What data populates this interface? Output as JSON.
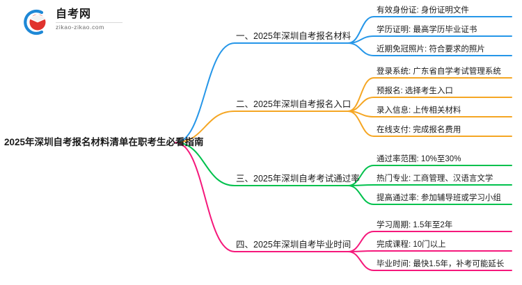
{
  "logo": {
    "name": "zikao-logo",
    "title": "自考网",
    "subtitle": "zikao-zikao.com",
    "mark_icon": "graduation-cap-icon",
    "arc_color": "#1e88d6",
    "cap_color": "#e0332e"
  },
  "mindmap": {
    "root": {
      "label": "2025年深圳自考报名材料清单在职考生必看指南"
    },
    "branches": [
      {
        "index": "1",
        "label": "一、2025年深圳自考报名材料",
        "color": "#2596e8",
        "leaves": [
          {
            "label": "有效身份证: 身份证明文件"
          },
          {
            "label": "学历证明: 最高学历毕业证书"
          },
          {
            "label": "近期免冠照片: 符合要求的照片"
          }
        ]
      },
      {
        "index": "2",
        "label": "二、2025年深圳自考报名入口",
        "color": "#f5a623",
        "leaves": [
          {
            "label": "登录系统: 广东省自学考试管理系统"
          },
          {
            "label": "预报名: 选择考生入口"
          },
          {
            "label": "录入信息: 上传相关材料"
          },
          {
            "label": "在线支付: 完成报名费用"
          }
        ]
      },
      {
        "index": "3",
        "label": "三、2025年深圳自考考试通过率",
        "color": "#00c14d",
        "leaves": [
          {
            "label": "通过率范围: 10%至30%"
          },
          {
            "label": "热门专业: 工商管理、汉语言文学"
          },
          {
            "label": "提高通过率: 参加辅导班或学习小组"
          }
        ]
      },
      {
        "index": "4",
        "label": "四、2025年深圳自考毕业时间",
        "color": "#f5187b",
        "leaves": [
          {
            "label": "学习周期: 1.5年至2年"
          },
          {
            "label": "完成课程: 10门以上"
          },
          {
            "label": "毕业时间: 最快1.5年，补考可能延长"
          }
        ]
      }
    ]
  }
}
